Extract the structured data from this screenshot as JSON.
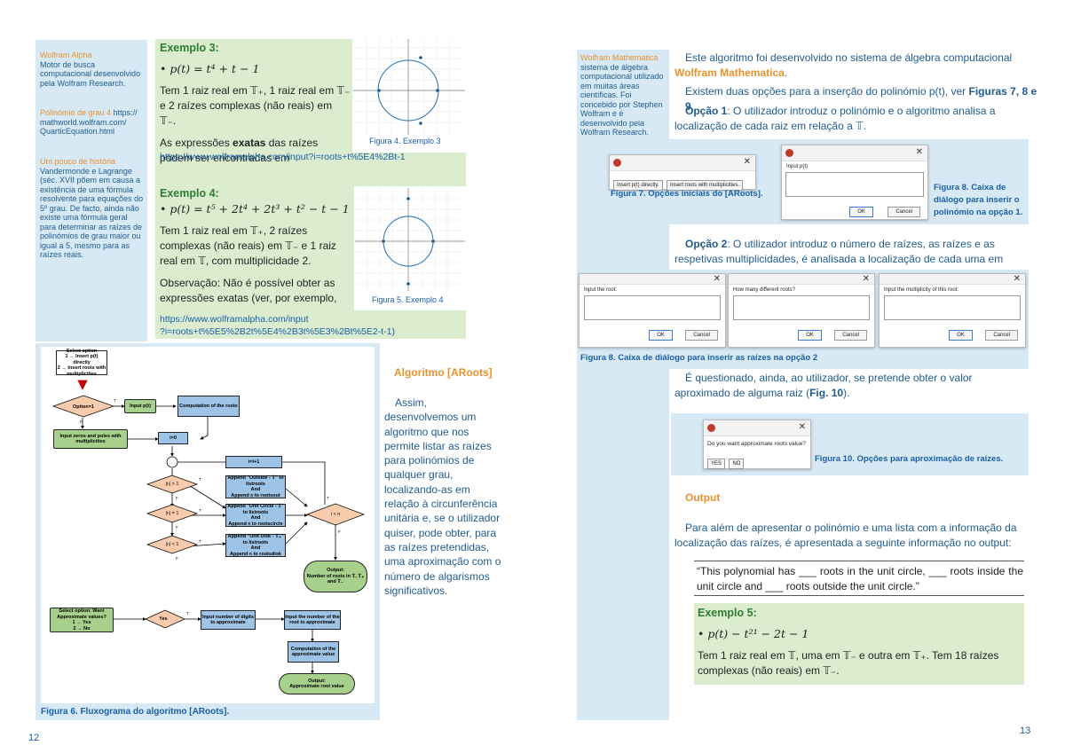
{
  "left_page": {
    "sidebar": {
      "wolfram_title": "Wolfram Alpha",
      "wolfram_text": "Motor de busca computacional desenvolvido pela Wolfram Research.",
      "quartic_title": "Polinómio de grau 4",
      "quartic_link": "https:// mathworld.wolfram.com/ QuarticEquation.html",
      "history_title": "Um pouco de história",
      "history_text": "Vandermonde e Lagrange (séc. XVII põem em causa a existência de uma fórmula resolvente para equações do 5º grau. De facto, ainda não existe uma fórmula geral para determinar as raízes de polinómios de grau maior ou igual a 5, mesmo para as raízes reais."
    },
    "example3": {
      "title": "Exemplo 3:",
      "formula": "• p(t) = t⁴ + t − 1",
      "text1": "Tem 1 raiz real em 𝕋₊, 1 raiz real em 𝕋₋ e 2 raízes complexas (não reais) em 𝕋₋.",
      "text2a": "As expressões ",
      "text2b": "exatas",
      "text2c": " das raízes podem ser encontradas em",
      "link": "https://www.wolframalpha.com/input?i=roots+t%5E4%2Bt-1",
      "caption": "Figura 4. Exemplo 3"
    },
    "example4": {
      "title": "Exemplo 4:",
      "formula": "• p(t) = t⁵ + 2t⁴ + 2t³ + t² − t − 1",
      "text1": "Tem 1 raiz real em 𝕋₊, 2 raízes complexas (não reais) em 𝕋₋ e 1 raiz real em 𝕋, com multiplicidade 2.",
      "text2": "Observação: Não é possível obter as expressões exatas (ver, por exemplo,",
      "link1": "https://www.wolframalpha.com/input",
      "link2": "?i=roots+t%5E5%2B2t%5E4%2B3t%5E3%2Bt%5E2-t-1",
      "link2_suffix": ")",
      "caption": "Figura 5. Exemplo 4"
    },
    "flowchart": {
      "select_option": "Select option\n1 → Insert p(t) directly\n2 → Insert roots with multiplicities",
      "option_eq_1": "Option=1",
      "input_p": "Input p(t)",
      "computation_roots": "Computation of the roots",
      "input_zeros": "Input zeros and poles with multiplicities",
      "i0": "i=0",
      "i_plus": "i=i+1",
      "cond1": "|rᵢ| > 1",
      "cond2": "|rᵢ| = 1",
      "cond3": "|rᵢ| < 1",
      "append1": "Append \"Outside - 𝕋\" to listroots\nAnd\nAppend rᵢ to rootsout",
      "append2": "Append \"Unit Circle - 𝕋\" to listroots\nAnd\nAppend rᵢ to rootscircle",
      "append3": "Append \"Unit Disk - 𝕋₊\" to listroots\nAnd\nAppend rᵢ to rootsdisk",
      "i_lt_n": "i < n",
      "output1": "Output:\nNumber of roots in 𝕋, 𝕋₊\nand 𝕋₋",
      "select_approx": "Select option: Want Approximate values?\n1 → Yes\n2 → No",
      "yes": "Yes",
      "input_digits": "Input number of digits to approximate",
      "input_root_number": "Input the number of the root to approximate",
      "computation_approx": "Computation of the approximate value",
      "output2": "Output:\nApproximate root value",
      "T": "T",
      "F": "F",
      "caption": "Figura 6. Fluxograma do algoritmo [ARoots]."
    },
    "algorithm": {
      "title": "Algoritmo [ARoots]",
      "text": "Assim, desenvolvemos um algoritmo que nos permite listar as raízes para polinómios de qualquer grau, localizando-as em relação à circunferência unitária e, se o utilizador quiser, pode obter, para as raízes pretendidas, uma aproximação com o número de algarismos significativos."
    },
    "page_number": "12"
  },
  "right_page": {
    "sidebar": {
      "title": "Wolfram Mathematica",
      "text": "sistema de álgebra computacional utilizado em muitas áreas científicas. Foi concebido por Stephen Wolfram e é desenvolvido pela Wolfram Research."
    },
    "intro1a": "Este algoritmo foi desenvolvido no sistema de álgebra computacional ",
    "intro1b": "Wolfram Mathematica",
    "intro1c": ".",
    "intro2a": "Existem duas opções para a inserção do polinómio p(t), ver ",
    "intro2b": "Figuras 7, 8 e 9",
    "intro2c": ".",
    "opcao1_label": "Opção 1",
    "opcao1_text": ": O utilizador introduz o polinómio e o algoritmo analisa a localização de cada raiz em relação a 𝕋.",
    "dialog7": {
      "btn1": "Insert p(t) directly.",
      "btn2": "Insert roots with multiplicities."
    },
    "caption7": "Figura 7. Opções iniciais do [ARoots].",
    "dialog8": {
      "label": "Input p(t)",
      "ok": "OK",
      "cancel": "Cancel"
    },
    "caption8a": "Figura 8. Caixa de diálogo para inserir o polinómio na opção 1.",
    "opcao2_label": "Opção 2",
    "opcao2_text": ": O utilizador introduz o número de raízes, as raízes e as respetivas multiplicidades, é analisada a localização de cada uma em relação a 𝕋.",
    "dialogs_opt2": [
      {
        "label": "Input the root:",
        "ok": "OK",
        "cancel": "Cancel"
      },
      {
        "label": "How many different roots?",
        "ok": "OK",
        "cancel": "Cancel"
      },
      {
        "label": "Input the multiplicity of this root:",
        "ok": "OK",
        "cancel": "Cancel"
      }
    ],
    "caption8b": "Figura 8. Caixa de diálogo para inserir as raízes na opção 2",
    "question_a": "É questionado, ainda, ao utilizador, se pretende obter o valor aproximado de alguma raiz (",
    "question_b": "Fig. 10",
    "question_c": ").",
    "dialog10": {
      "label": "Do you want approximate roots value?",
      "yes": "YES",
      "no": "NO"
    },
    "caption10": "Figura 10. Opções para aproximação de raízes.",
    "output_title": "Output",
    "output_text": "Para além de apresentar o polinómio e uma lista com a informação da localização das raízes, é apresentada a seguinte informação no output:",
    "quote": "“This polynomial has ___ roots in the unit circle, ___ roots inside the unit circle and ___ roots outside the unit circle.”",
    "example5": {
      "title": "Exemplo 5:",
      "formula": "• p(t) − t²¹ − 2t − 1",
      "text": "Tem 1 raiz real em 𝕋, uma em 𝕋₋ e outra em 𝕋₊. Tem 18 raízes complexas (não reais) em 𝕋₋."
    },
    "page_number": "13"
  }
}
